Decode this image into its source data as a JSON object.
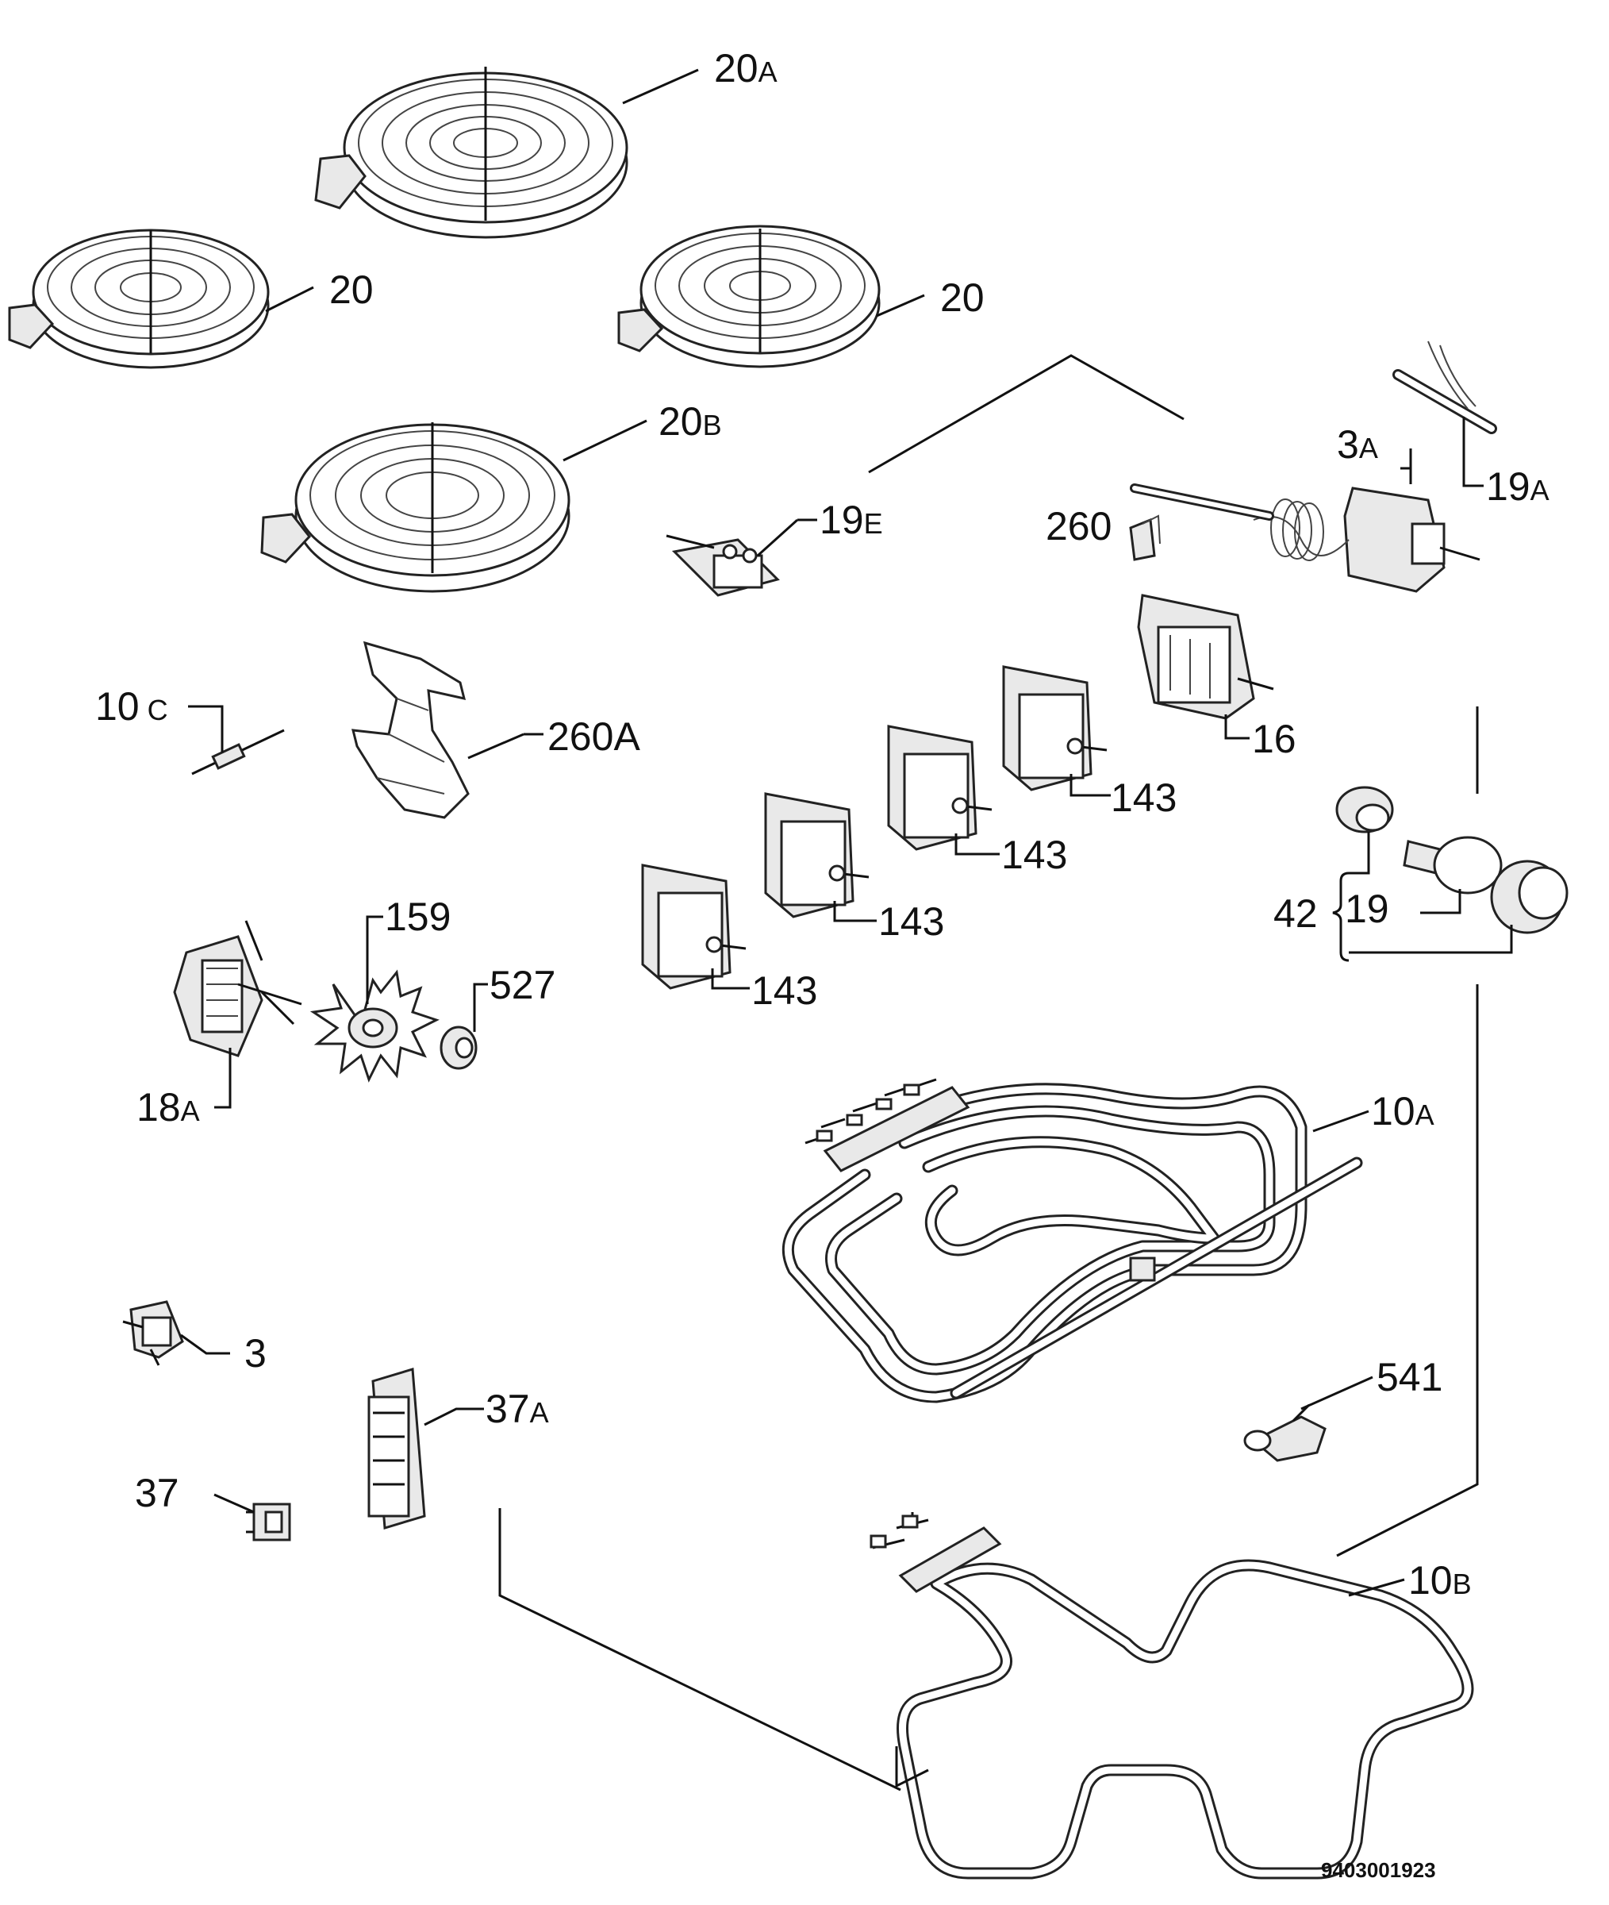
{
  "diagram": {
    "doc_number": "9403001923",
    "colors": {
      "line": "#111111",
      "background": "#ffffff",
      "part_fill": "#e9e9e9"
    },
    "labels": {
      "p20A": {
        "main": "20",
        "suffix": "A"
      },
      "p20_left": {
        "main": "20",
        "suffix": ""
      },
      "p20_right": {
        "main": "20",
        "suffix": ""
      },
      "p20B": {
        "main": "20",
        "suffix": "B"
      },
      "p19E": {
        "main": "19",
        "suffix": "E"
      },
      "p260": {
        "main": "260",
        "suffix": ""
      },
      "p3A": {
        "main": "3",
        "suffix": "A"
      },
      "p19A": {
        "main": "19",
        "suffix": "A"
      },
      "p10C": {
        "main": "10",
        "suffix": "C"
      },
      "p260A": {
        "main": "260",
        "suffix": "A"
      },
      "p16": {
        "main": "16",
        "suffix": ""
      },
      "p143_1": {
        "main": "143",
        "suffix": ""
      },
      "p143_2": {
        "main": "143",
        "suffix": ""
      },
      "p143_3": {
        "main": "143",
        "suffix": ""
      },
      "p143_4": {
        "main": "143",
        "suffix": ""
      },
      "p42": {
        "main": "42",
        "suffix": ""
      },
      "p19": {
        "main": "19",
        "suffix": ""
      },
      "p159": {
        "main": "159",
        "suffix": ""
      },
      "p527": {
        "main": "527",
        "suffix": ""
      },
      "p18A": {
        "main": "18",
        "suffix": "A"
      },
      "p10A": {
        "main": "10",
        "suffix": "A"
      },
      "p3": {
        "main": "3",
        "suffix": ""
      },
      "p37A": {
        "main": "37",
        "suffix": "A"
      },
      "p541": {
        "main": "541",
        "suffix": ""
      },
      "p37": {
        "main": "37",
        "suffix": ""
      },
      "p10B": {
        "main": "10",
        "suffix": "B"
      }
    }
  }
}
